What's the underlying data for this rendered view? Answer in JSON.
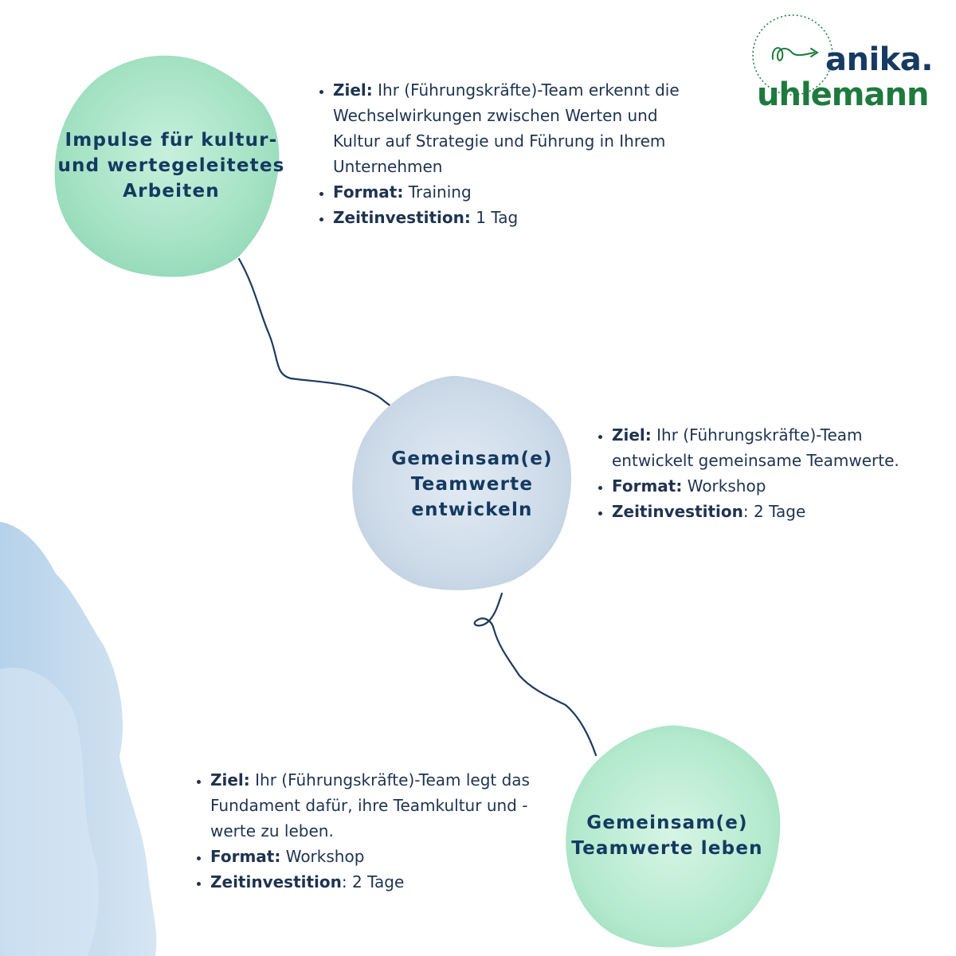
{
  "logo": {
    "line1": "anika.",
    "line2": "uhlemann",
    "colors": {
      "line1": "#163a61",
      "line2": "#1e7a3e"
    }
  },
  "steps": [
    {
      "title": "Impulse für kultur- und wertegeleitetes Arbeiten",
      "goal_label": "Ziel:",
      "goal_text": "Ihr (Führungskräfte)-Team erkennt die Wechselwirkungen zwischen Werten und Kultur auf Strategie und Führung in Ihrem Unternehmen",
      "format_label": "Format:",
      "format_value": "Training",
      "time_label": "Zeitinvestition:",
      "time_value": "1 Tag",
      "blob_color": "#a9e3c8"
    },
    {
      "title": "Gemeinsam(e) Teamwerte entwickeln",
      "goal_label": "Ziel:",
      "goal_text": "Ihr (Führungskräfte)-Team entwickelt gemeinsame Teamwerte.",
      "format_label": "Format:",
      "format_value": "Workshop",
      "time_label": "Zeitinvestition",
      "time_value": ": 2 Tage",
      "blob_color": "#cfdcea"
    },
    {
      "title": "Gemeinsam(e) Teamwerte leben",
      "goal_label": "Ziel:",
      "goal_text": "Ihr (Führungskräfte)-Team legt das Fundament dafür, ihre Teamkultur und -werte zu leben.",
      "format_label": "Format:",
      "format_value": "Workshop",
      "time_label": "Zeitinvestition",
      "time_value": ": 2 Tage",
      "blob_color": "#b5ebcf"
    }
  ],
  "colors": {
    "title_text": "#143a61",
    "body_text": "#1f3350",
    "connector": "#1e3a5f",
    "corner_wash": "#b9d4ea"
  }
}
